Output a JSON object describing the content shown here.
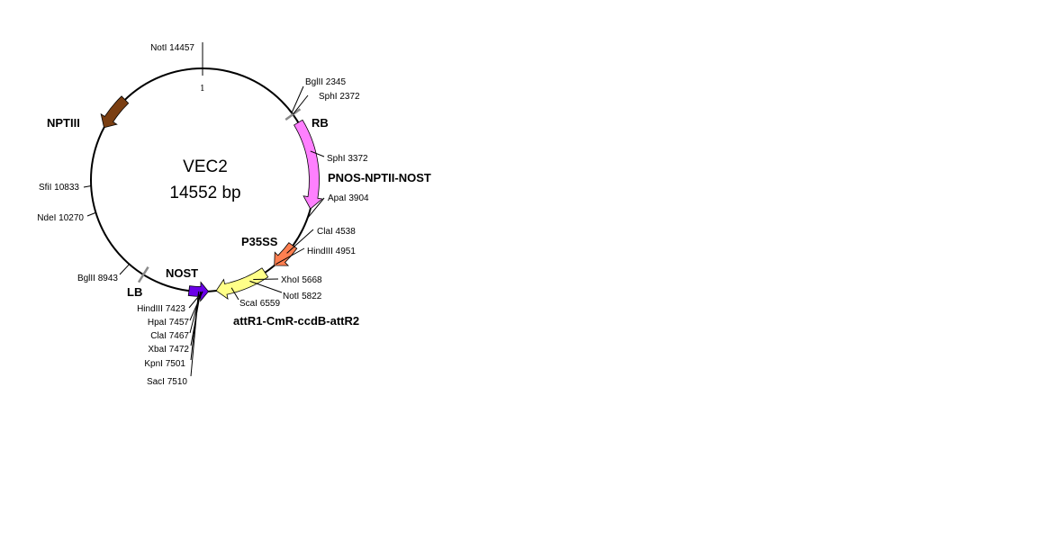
{
  "plasmid": {
    "name": "VEC2",
    "size_label": "14552 bp",
    "origin_label": "1"
  },
  "colors": {
    "backbone": "#000000",
    "NPTIII": "#7a3e12",
    "PNOS-NPTII-NOST": "#ff80ff",
    "P35SS": "#ff7f50",
    "attR1-CmR-ccdB-attR2": "#ffff88",
    "NOST": "#6a00e8",
    "border": "#8a8a8a"
  },
  "features": [
    {
      "name": "NPTIII",
      "label": "NPTIII"
    },
    {
      "name": "RB",
      "label": "RB"
    },
    {
      "name": "PNOS-NPTII-NOST",
      "label": "PNOS-NPTII-NOST"
    },
    {
      "name": "P35SS",
      "label": "P35SS"
    },
    {
      "name": "attR1-CmR-ccdB-attR2",
      "label": "attR1-CmR-ccdB-attR2"
    },
    {
      "name": "NOST",
      "label": "NOST"
    },
    {
      "name": "LB",
      "label": "LB"
    }
  ],
  "sites": [
    {
      "label": "NotI 14457"
    },
    {
      "label": "BglII 2345"
    },
    {
      "label": "SphI 2372"
    },
    {
      "label": "SphI 3372"
    },
    {
      "label": "ApaI 3904"
    },
    {
      "label": "ClaI 4538"
    },
    {
      "label": "HindIII 4951"
    },
    {
      "label": "XhoI 5668"
    },
    {
      "label": "NotI 5822"
    },
    {
      "label": "ScaI 6559"
    },
    {
      "label": "HindIII 7423"
    },
    {
      "label": "HpaI 7457"
    },
    {
      "label": "ClaI 7467"
    },
    {
      "label": "XbaI 7472"
    },
    {
      "label": "KpnI 7501"
    },
    {
      "label": "SacI 7510"
    },
    {
      "label": "BglII 8943"
    },
    {
      "label": "NdeI 10270"
    },
    {
      "label": "SfiI 10833"
    }
  ]
}
